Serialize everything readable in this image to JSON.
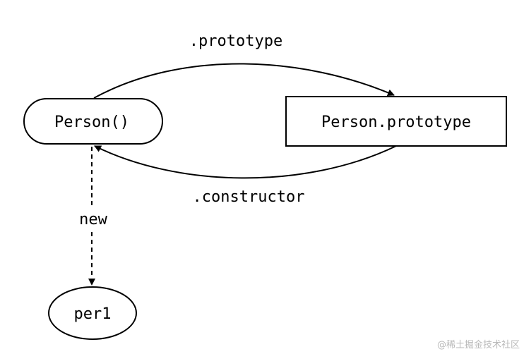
{
  "diagram": {
    "nodes": {
      "person": {
        "label": "Person()",
        "shape": "rounded-rect"
      },
      "prototype": {
        "label": "Person.prototype",
        "shape": "rect"
      },
      "instance": {
        "label": "per1",
        "shape": "ellipse"
      }
    },
    "edges": {
      "prototype_link": {
        "label": ".prototype",
        "from": "person",
        "to": "prototype",
        "style": "solid"
      },
      "constructor_link": {
        "label": ".constructor",
        "from": "prototype",
        "to": "person",
        "style": "solid"
      },
      "new_link": {
        "label": "new",
        "from": "person",
        "to": "instance",
        "style": "dashed"
      }
    }
  },
  "watermark": {
    "text": "@稀土掘金技术社区"
  },
  "colors": {
    "stroke": "#000000",
    "background": "#ffffff",
    "watermark": "#b9b9b9"
  }
}
